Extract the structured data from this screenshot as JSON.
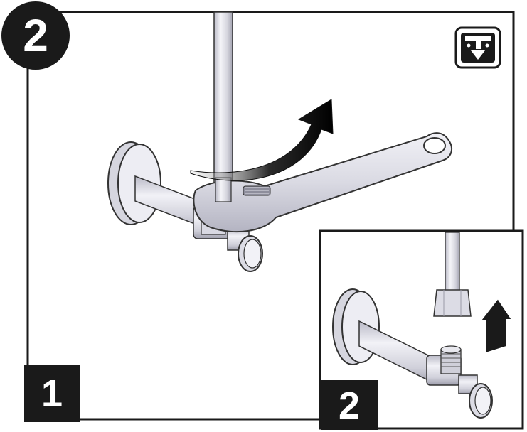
{
  "step": {
    "number": "2"
  },
  "panels": {
    "main": {
      "label": "1"
    },
    "inset": {
      "label": "2"
    }
  },
  "icons": {
    "corner_icon": "shutoff-valve-water-icon",
    "rotate_arrow": "curved-arrow-counterclockwise-icon",
    "lift_arrow": "up-arrow-icon"
  },
  "colors": {
    "ink": "#1a1a1a",
    "metal_light": "#e8e8ee",
    "metal_mid": "#c9c9d3",
    "metal_dark": "#9a9aa8"
  }
}
